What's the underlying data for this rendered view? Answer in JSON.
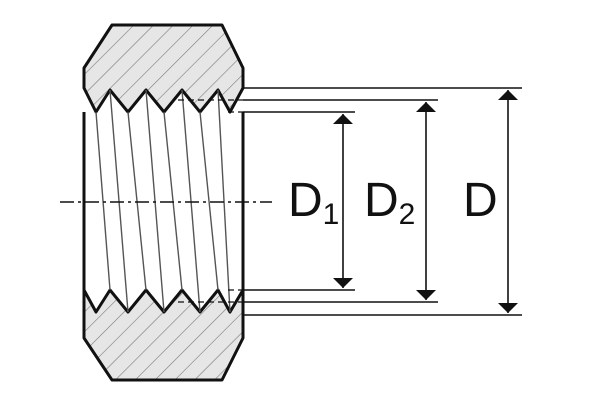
{
  "labels": {
    "d1_main": "D",
    "d1_sub": "1",
    "d2_main": "D",
    "d2_sub": "2",
    "d_main": "D"
  },
  "colors": {
    "line": "#111111",
    "hatch_fill": "#e6e6e6",
    "background": "#ffffff"
  }
}
